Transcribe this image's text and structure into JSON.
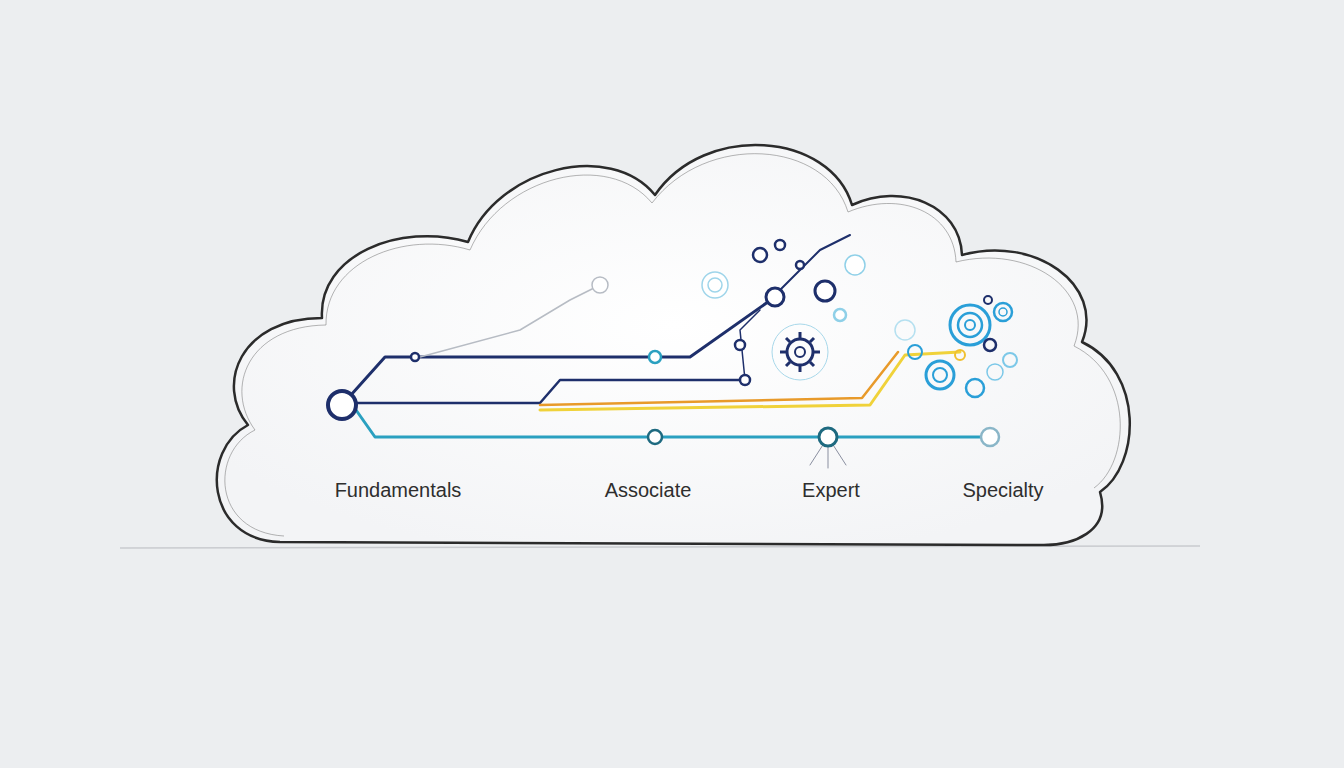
{
  "diagram": {
    "labels": [
      "Fundamentals",
      "Associate",
      "Expert",
      "Specialty"
    ]
  }
}
